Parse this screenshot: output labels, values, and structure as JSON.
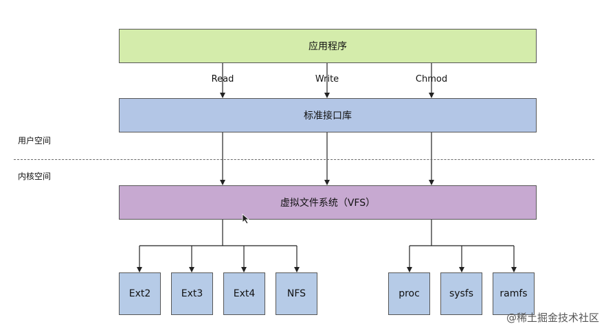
{
  "layers": {
    "application": "应用程序",
    "standard_library": "标准接口库",
    "vfs": "虚拟文件系统（VFS）"
  },
  "calls": [
    "Read",
    "Write",
    "Chmod"
  ],
  "zones": {
    "user_space": "用户空间",
    "kernel_space": "内核空间"
  },
  "filesystems": [
    "Ext2",
    "Ext3",
    "Ext4",
    "NFS",
    "proc",
    "sysfs",
    "ramfs"
  ],
  "watermark": "@稀土掘金技术社区",
  "colors": {
    "application": "#d4ecab",
    "standard_library": "#b3c6e6",
    "vfs": "#c7a9d1",
    "filesystem": "#b6cbe7"
  }
}
